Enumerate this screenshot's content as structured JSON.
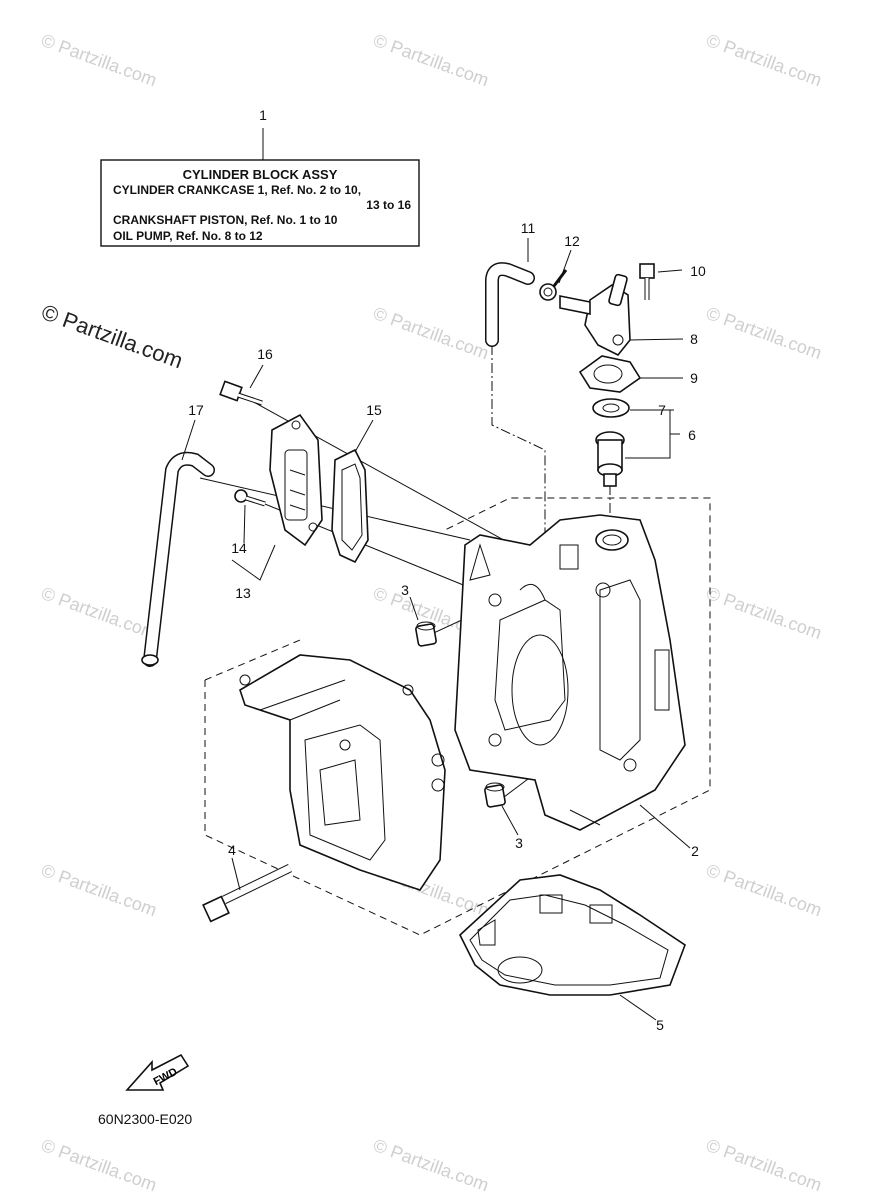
{
  "watermarks": {
    "small_text": "© Partzilla.com",
    "large_text": "© Partzilla.com"
  },
  "assembly_box": {
    "title": "CYLINDER BLOCK ASSY",
    "line1": "CYLINDER CRANKCASE 1,  Ref. No. 2 to 10,",
    "line2": "13  to  16",
    "line3": "CRANKSHAFT PISTON,  Ref. No. 1 to 10",
    "line4": "OIL PUMP,  Ref. No. 8 to 12"
  },
  "callouts": {
    "c1": "1",
    "c2": "2",
    "c3a": "3",
    "c3b": "3",
    "c4": "4",
    "c5": "5",
    "c6": "6",
    "c7": "7",
    "c8": "8",
    "c9": "9",
    "c10": "10",
    "c11": "11",
    "c12": "12",
    "c13": "13",
    "c14": "14",
    "c15": "15",
    "c16": "16",
    "c17": "17"
  },
  "fwd_label": "FWD",
  "diagram_code": "60N2300-E020"
}
